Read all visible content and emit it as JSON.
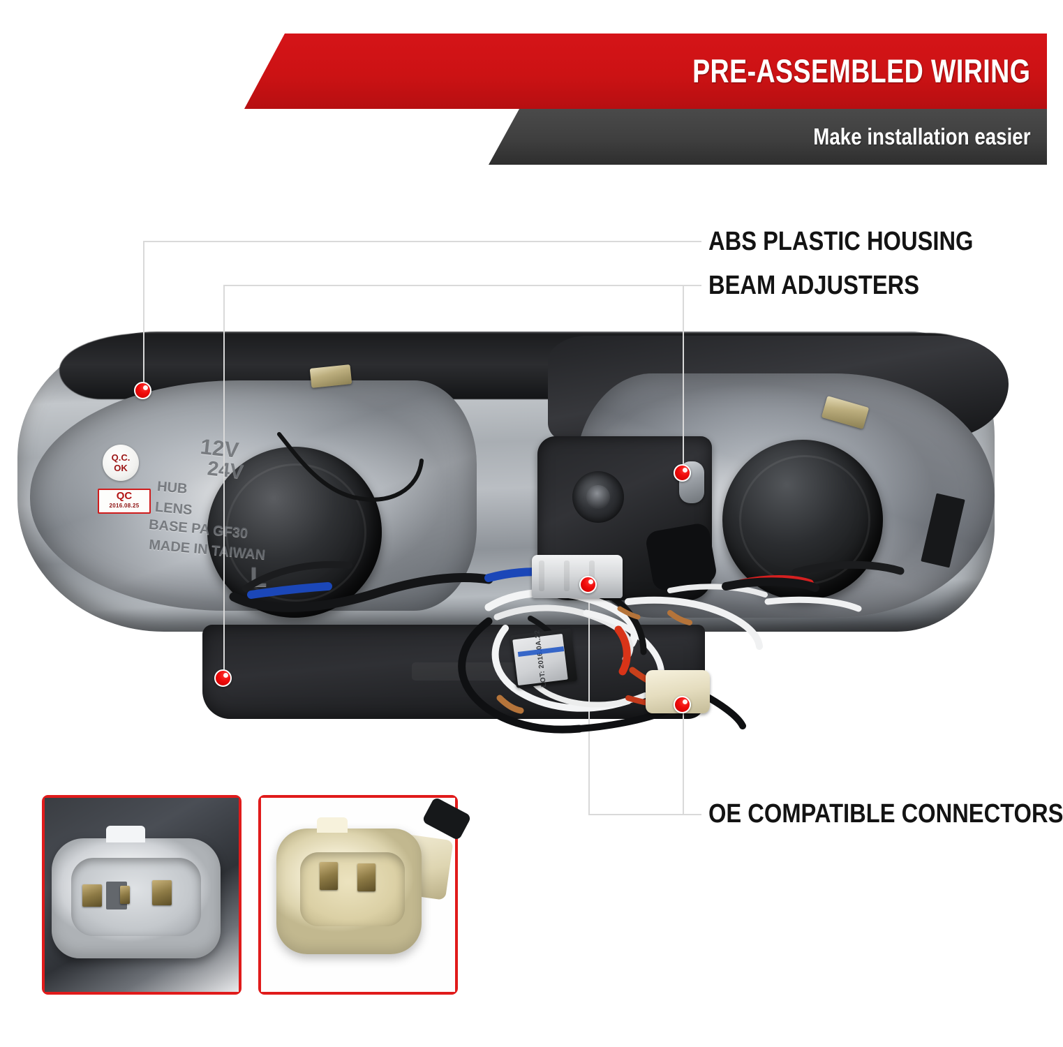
{
  "header": {
    "title": "PRE-ASSEMBLED WIRING",
    "subtitle": "Make installation easier",
    "red_color": "#cc1214",
    "dark_color": "#3f3f3f"
  },
  "callouts": [
    {
      "id": "abs",
      "label": "ABS PLASTIC HOUSING"
    },
    {
      "id": "beam",
      "label": "BEAM ADJUSTERS"
    },
    {
      "id": "oe",
      "label": "OE COMPATIBLE CONNECTORS"
    }
  ],
  "marker_color": "#f00b0b",
  "product": {
    "qc_round": {
      "line1": "Q.C.",
      "line2": "OK"
    },
    "qc_rect": {
      "line1": "QC",
      "line2": "2016.08.25"
    },
    "embossed": {
      "voltage_12v": "12V",
      "voltage_24v": "24V",
      "hub": "HUB",
      "lens": "LENS",
      "base": "BASE PA GF30",
      "made_in": "MADE IN TAIWAN",
      "side_code": "L"
    },
    "harness_tag": "LOT: 2016.0A.22"
  },
  "insets": [
    {
      "id": "left",
      "caption": "white-oe-connector"
    },
    {
      "id": "right",
      "caption": "cream-oe-connector"
    }
  ]
}
